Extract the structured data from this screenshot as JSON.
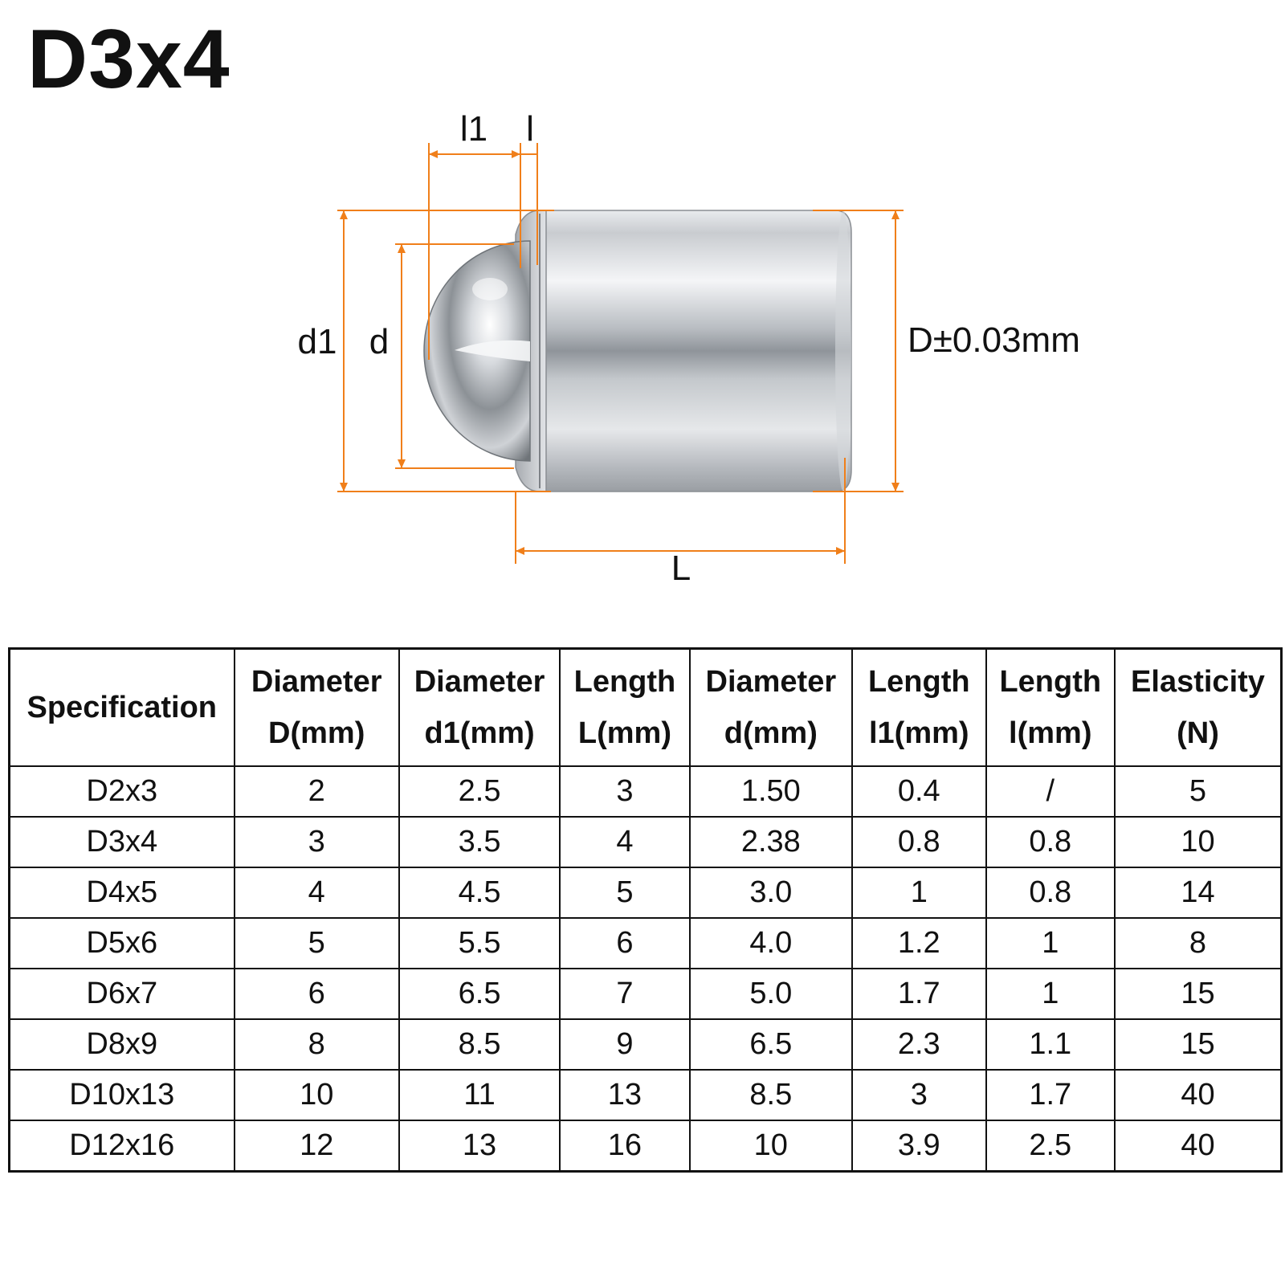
{
  "title": "D3x4",
  "colors": {
    "dimension_line": "#F07F1A",
    "text": "#111111"
  },
  "diagram": {
    "labels": {
      "l1": "l1",
      "l": "l",
      "d1": "d1",
      "d": "d",
      "D": "D±0.03mm",
      "L": "L"
    }
  },
  "table": {
    "headers": [
      [
        "Specification"
      ],
      [
        "Diameter",
        "D(mm)"
      ],
      [
        "Diameter",
        "d1(mm)"
      ],
      [
        "Length",
        "L(mm)"
      ],
      [
        "Diameter",
        "d(mm)"
      ],
      [
        "Length",
        "l1(mm)"
      ],
      [
        "Length",
        "l(mm)"
      ],
      [
        "Elasticity",
        "(N)"
      ]
    ],
    "rows": [
      [
        "D2x3",
        "2",
        "2.5",
        "3",
        "1.50",
        "0.4",
        "/",
        "5"
      ],
      [
        "D3x4",
        "3",
        "3.5",
        "4",
        "2.38",
        "0.8",
        "0.8",
        "10"
      ],
      [
        "D4x5",
        "4",
        "4.5",
        "5",
        "3.0",
        "1",
        "0.8",
        "14"
      ],
      [
        "D5x6",
        "5",
        "5.5",
        "6",
        "4.0",
        "1.2",
        "1",
        "8"
      ],
      [
        "D6x7",
        "6",
        "6.5",
        "7",
        "5.0",
        "1.7",
        "1",
        "15"
      ],
      [
        "D8x9",
        "8",
        "8.5",
        "9",
        "6.5",
        "2.3",
        "1.1",
        "15"
      ],
      [
        "D10x13",
        "10",
        "11",
        "13",
        "8.5",
        "3",
        "1.7",
        "40"
      ],
      [
        "D12x16",
        "12",
        "13",
        "16",
        "10",
        "3.9",
        "2.5",
        "40"
      ]
    ]
  }
}
